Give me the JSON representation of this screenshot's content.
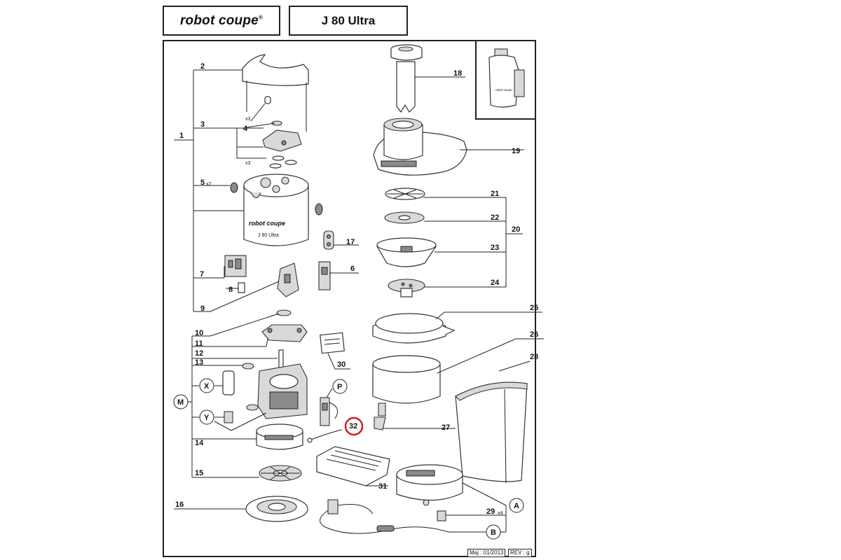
{
  "header": {
    "brand_text": "robot coupe",
    "brand_mark": "®",
    "model": "J 80 Ultra"
  },
  "revision": {
    "date": "Maj : 01/2013",
    "rev": "REV : g"
  },
  "callouts": {
    "c1": "1",
    "c2": "2",
    "c3": "3",
    "c4": "4",
    "c5": "5",
    "c6": "6",
    "c7": "7",
    "c8": "8",
    "c9": "9",
    "c10": "10",
    "c11": "11",
    "c12": "12",
    "c13": "13",
    "c14": "14",
    "c15": "15",
    "c16": "16",
    "c17": "17",
    "c18": "18",
    "c19": "19",
    "c20": "20",
    "c21": "21",
    "c22": "22",
    "c23": "23",
    "c24": "24",
    "c25": "25",
    "c26": "26",
    "c27": "27",
    "c28": "28",
    "c29": "29",
    "c30": "30",
    "c31": "31",
    "c32": "32"
  },
  "multipliers": {
    "x3_a": "x3",
    "x3_b": "x3",
    "x2": "x2",
    "x4": "x4"
  },
  "circled": {
    "M": "M",
    "X": "X",
    "Y": "Y",
    "P": "P",
    "A": "A",
    "B": "B"
  },
  "labels_on_parts": {
    "body_brand": "robot coupe",
    "body_model": "J 80 Ultra"
  },
  "highlight_color": "#cc1f1f"
}
